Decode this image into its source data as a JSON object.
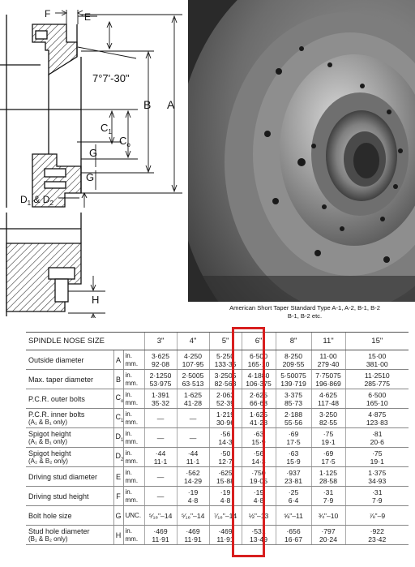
{
  "drawing": {
    "labels": {
      "f": "F",
      "e": "E",
      "angle": "7°7'-30\"",
      "b": "B",
      "a": "A",
      "c1": "C",
      "c1_sub": "1",
      "c0": "C",
      "c0_sub": "o",
      "g_upper": "G",
      "g_lower": "G",
      "d": "D",
      "d_sub1": "1",
      "d_amp": " & D",
      "d_sub2": "2",
      "h": "H"
    }
  },
  "photo": {
    "caption_line1": "American Short Taper Standard Type A-1, A-2, B-1, B-2",
    "caption_line2": "B-1, B-2 etc."
  },
  "table": {
    "header": {
      "title": "SPINDLE NOSE SIZE",
      "sizes": [
        "3\"",
        "4\"",
        "5\"",
        "6\"",
        "8\"",
        "11\"",
        "15\""
      ]
    },
    "rows": [
      {
        "label": "Outside diameter",
        "sub": "",
        "sym": "A",
        "sym_sub": "",
        "u1": "in.",
        "u2": "mm.",
        "vals": [
          [
            "3·625",
            "92·08"
          ],
          [
            "4·250",
            "107·95"
          ],
          [
            "5·250",
            "133·35"
          ],
          [
            "6·500",
            "165·10"
          ],
          [
            "8·250",
            "209·55"
          ],
          [
            "11·00",
            "279·40"
          ],
          [
            "15·00",
            "381·00"
          ]
        ]
      },
      {
        "label": "Max. taper diameter",
        "sub": "",
        "sym": "B",
        "sym_sub": "",
        "u1": "in.",
        "u2": "mm.",
        "vals": [
          [
            "2·1250",
            "53·975"
          ],
          [
            "2·5005",
            "63·513"
          ],
          [
            "3·2505",
            "82·563"
          ],
          [
            "4·1880",
            "106·375"
          ],
          [
            "5·50075",
            "139·719"
          ],
          [
            "7·75075",
            "196·869"
          ],
          [
            "11·2510",
            "285·775"
          ]
        ]
      },
      {
        "label": "P.C.R. outer bolts",
        "sub": "",
        "sym": "C",
        "sym_sub": "o",
        "u1": "in.",
        "u2": "mm.",
        "vals": [
          [
            "1·391",
            "35·32"
          ],
          [
            "1·625",
            "41·28"
          ],
          [
            "2·063",
            "52·39"
          ],
          [
            "2·625",
            "66·68"
          ],
          [
            "3·375",
            "85·73"
          ],
          [
            "4·625",
            "117·48"
          ],
          [
            "6·500",
            "165·10"
          ]
        ]
      },
      {
        "label": "P.C.R. inner bolts",
        "sub": "(A₁ & B₁ only)",
        "sym": "C",
        "sym_sub": "1",
        "u1": "in.",
        "u2": "mm.",
        "vals": [
          [
            "—",
            ""
          ],
          [
            "—",
            ""
          ],
          [
            "1·219",
            "30·96"
          ],
          [
            "1·625",
            "41·28"
          ],
          [
            "2·188",
            "55·56"
          ],
          [
            "3·250",
            "82·55"
          ],
          [
            "4·875",
            "123·83"
          ]
        ]
      },
      {
        "label": "Spigot height",
        "sub": "(A₁ & B₁ only)",
        "sym": "D",
        "sym_sub": "1",
        "u1": "in.",
        "u2": "mm.",
        "vals": [
          [
            "—",
            ""
          ],
          [
            "—",
            ""
          ],
          [
            "·56",
            "14·3"
          ],
          [
            "·63",
            "15·9"
          ],
          [
            "·69",
            "17·5"
          ],
          [
            "·75",
            "19·1"
          ],
          [
            "·81",
            "20·6"
          ]
        ]
      },
      {
        "label": "Spigot height",
        "sub": "(A₂ & B₂ only)",
        "sym": "D",
        "sym_sub": "2",
        "u1": "in.",
        "u2": "mm.",
        "vals": [
          [
            "·44",
            "11·1"
          ],
          [
            "·44",
            "11·1"
          ],
          [
            "·50",
            "12·7"
          ],
          [
            "·56",
            "14·3"
          ],
          [
            "·63",
            "15·9"
          ],
          [
            "·69",
            "17·5"
          ],
          [
            "·75",
            "19·1"
          ]
        ]
      },
      {
        "label": "Driving stud diameter",
        "sub": "",
        "sym": "E",
        "sym_sub": "",
        "u1": "in.",
        "u2": "mm.",
        "vals": [
          [
            "—",
            ""
          ],
          [
            "·562",
            "14·29"
          ],
          [
            "·625",
            "15·88"
          ],
          [
            "·750",
            "19·05"
          ],
          [
            "·937",
            "23·81"
          ],
          [
            "1·125",
            "28·58"
          ],
          [
            "1·375",
            "34·93"
          ]
        ]
      },
      {
        "label": "Driving stud height",
        "sub": "",
        "sym": "F",
        "sym_sub": "",
        "u1": "in.",
        "u2": "mm.",
        "vals": [
          [
            "—",
            ""
          ],
          [
            "·19",
            "4·8"
          ],
          [
            "·19",
            "4·8"
          ],
          [
            "·19",
            "4·8"
          ],
          [
            "·25",
            "6·4"
          ],
          [
            "·31",
            "7·9"
          ],
          [
            "·31",
            "7·9"
          ]
        ]
      },
      {
        "label": "Bolt hole size",
        "sub": "",
        "sym": "G",
        "sym_sub": "",
        "u1": "UNC.",
        "u2": "",
        "vals": [
          [
            "⁵⁄₁₆\"–14",
            ""
          ],
          [
            "⁵⁄₁₆\"–14",
            ""
          ],
          [
            "⁷⁄₁₆\"–14",
            ""
          ],
          [
            "½\"–13",
            ""
          ],
          [
            "⅝\"–11",
            ""
          ],
          [
            "¾\"–10",
            ""
          ],
          [
            "⅞\"–9",
            ""
          ]
        ]
      },
      {
        "label": "Stud hole diameter",
        "sub": "(B₁ & B₂ only)",
        "sym": "H",
        "sym_sub": "",
        "u1": "in.",
        "u2": "mm.",
        "vals": [
          [
            "·469",
            "11·91"
          ],
          [
            "·469",
            "11·91"
          ],
          [
            "·469",
            "11·91"
          ],
          [
            "·531",
            "13·49"
          ],
          [
            "·656",
            "16·67"
          ],
          [
            "·797",
            "20·24"
          ],
          [
            "·922",
            "23·42"
          ]
        ]
      }
    ]
  },
  "highlight": {
    "column": "6\"",
    "color": "#d81f1f"
  }
}
